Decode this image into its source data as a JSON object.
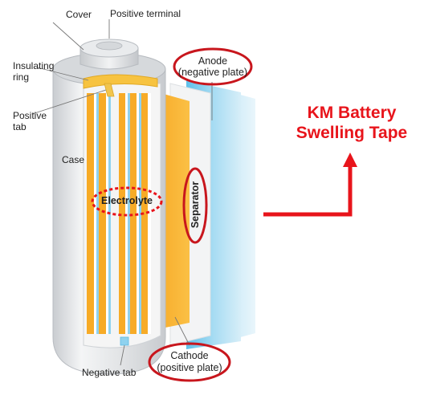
{
  "labels": {
    "cover": "Cover",
    "positive_terminal": "Positive terminal",
    "insulating_ring_1": "Insulating",
    "insulating_ring_2": "ring",
    "positive_tab_1": "Positive",
    "positive_tab_2": "tab",
    "case": "Case",
    "negative_tab": "Negative tab",
    "anode_1": "Anode",
    "anode_2": "(negative plate)",
    "cathode_1": "Cathode",
    "cathode_2": "(positive plate)",
    "electrolyte": "Electrolyte",
    "separator": "Separator"
  },
  "title": {
    "line1": "KM Battery",
    "line2": "Swelling Tape"
  },
  "colors": {
    "callout_red": "#c8161d",
    "title_red": "#e8141b",
    "arrow_red": "#e8141b",
    "cathode_orange": "#f9b32c",
    "anode_blue": "#7fcdec",
    "case_gray": "#e6e8ea",
    "leader_gray": "#777777"
  }
}
